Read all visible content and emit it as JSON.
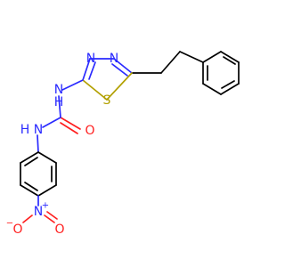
{
  "molecule": {
    "colors": {
      "carbon": "#000000",
      "nitrogen": "#2a2aff",
      "oxygen": "#ff1f1f",
      "sulfur": "#b2a000"
    },
    "labels": {
      "n_ring_top_left": "N",
      "n_ring_top_right": "N",
      "s_ring": "S",
      "nh_upper_n": "N",
      "nh_upper_h": "H",
      "nh_lower_n": "N",
      "nh_lower_h": "H",
      "carbonyl_o": "O",
      "nitro_n": "N",
      "nitro_n_charge": "+",
      "nitro_o_left": "O",
      "nitro_o_left_charge": "−",
      "nitro_o_right": "O"
    }
  }
}
